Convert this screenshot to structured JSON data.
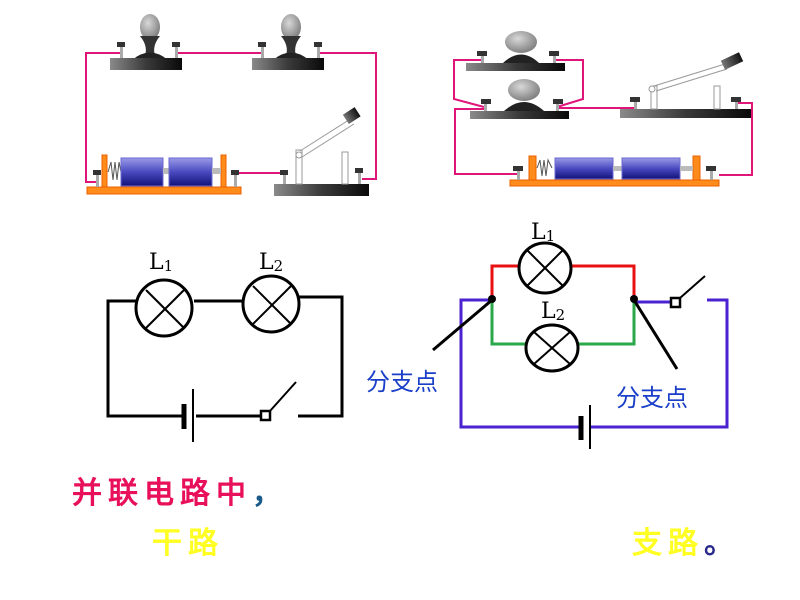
{
  "colors": {
    "wire_pink": "#e0157a",
    "wire_red": "#e81010",
    "wire_green": "#2aa84a",
    "wire_blue": "#4a22d0",
    "label_blue": "#1a3fc8",
    "title_pink": "#e8105a",
    "comma_blue": "#1a5a8a",
    "highlight_yellow": "#ffff22",
    "period_navy": "#2a2a8a",
    "battery_orange": "#ff8c1a",
    "cell_blue": "#3a3ab0"
  },
  "left_photo": {
    "description": "series-circuit-apparatus",
    "components": [
      "bulb-1",
      "bulb-2",
      "battery-box",
      "knife-switch"
    ]
  },
  "right_photo": {
    "description": "parallel-circuit-apparatus",
    "components": [
      "bulb-1",
      "bulb-2",
      "knife-switch",
      "battery-box"
    ]
  },
  "series_schematic": {
    "lamp1": {
      "letter": "L",
      "sub": "1"
    },
    "lamp2": {
      "letter": "L",
      "sub": "2"
    }
  },
  "parallel_schematic": {
    "lamp1": {
      "letter": "L",
      "sub": "1"
    },
    "lamp2": {
      "letter": "L",
      "sub": "2"
    },
    "junction_label_left": "分支点",
    "junction_label_right": "分支点"
  },
  "text": {
    "title": "并联电路中",
    "comma": "，",
    "trunk": "干路",
    "branch": "支路",
    "period": "。"
  }
}
